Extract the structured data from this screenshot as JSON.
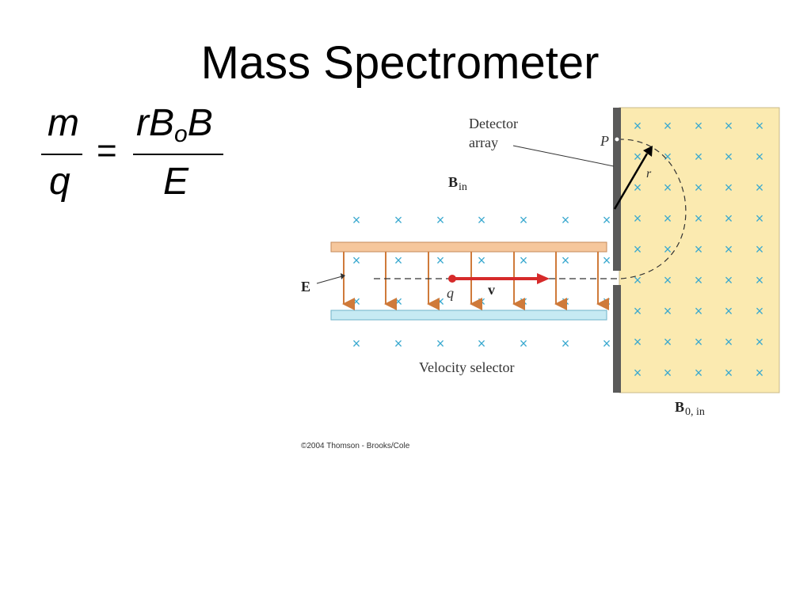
{
  "title": "Mass Spectrometer",
  "formula": {
    "numerator_left": "m",
    "denominator_left": "q",
    "equals": "=",
    "numerator_right_r": "rB",
    "numerator_right_sub": "o",
    "numerator_right_end": "B",
    "denominator_right": "E"
  },
  "diagram": {
    "detector_label_line1": "Detector",
    "detector_label_line2": "array",
    "point_label": "P",
    "radius_label": "r",
    "b_in_label": "B",
    "b_in_sub": "in",
    "e_label": "E",
    "charge_label": "q",
    "velocity_label": "v",
    "selector_label": "Velocity selector",
    "b0_label": "B",
    "b0_sub": "0, in",
    "copyright": "©2004 Thomson - Brooks/Cole",
    "cross_symbol": "×"
  },
  "colors": {
    "field_region": "#fbeab0",
    "top_plate": "#f6c79c",
    "bottom_plate": "#c6eaf3",
    "cross": "#3aa9cf",
    "e_arrow": "#cf7a3a",
    "v_arrow": "#d62a2a",
    "detector": "#5a5a5a"
  }
}
